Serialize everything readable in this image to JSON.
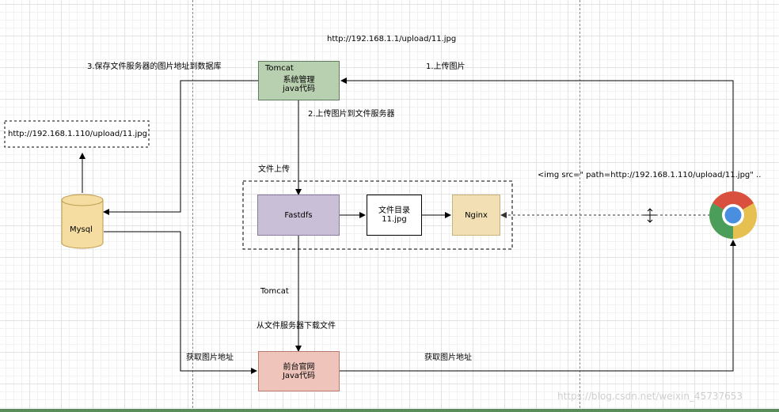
{
  "top_url": "http://192.168.1.1/upload/11.jpg",
  "step1": "1.上传图片",
  "step2": "2.上传图片到文件服务器",
  "step3": "3.保存文件服务器的图片地址到数据库",
  "db_url": "http://192.168.1.110/upload/11.jpg",
  "mysql": "Mysql",
  "tomcat_box": {
    "title": "Tomcat",
    "line1": "系统管理",
    "line2": "java代码"
  },
  "group_label": "文件上传",
  "fastdfs": "Fastdfs",
  "dir_box": {
    "line1": "文件目录",
    "line2": "11.jpg"
  },
  "nginx": "Nginx",
  "img_tag": "<img src=\"  path=http://192.168.1.110/upload/11.jpg\" ..",
  "tomcat_label": "Tomcat",
  "download_label": "从文件服务器下载文件",
  "get_left": "获取图片地址",
  "get_right": "获取图片地址",
  "frontend_box": {
    "line1": "前台官网",
    "line2": "Java代码"
  },
  "watermark": "https://blog.csdn.net/weixin_45737653",
  "colors": {
    "tomcat_fill": "#b8cfb0",
    "tomcat_border": "#5b7d5b",
    "fastdfs_fill": "#c9bfd6",
    "fastdfs_border": "#8a7b9e",
    "nginx_fill": "#f2e0b4",
    "nginx_border": "#c8b37a",
    "mysql_fill": "#f5dca0",
    "mysql_border": "#b89b4c",
    "frontend_fill": "#eec4bb",
    "frontend_border": "#b87a6e"
  }
}
